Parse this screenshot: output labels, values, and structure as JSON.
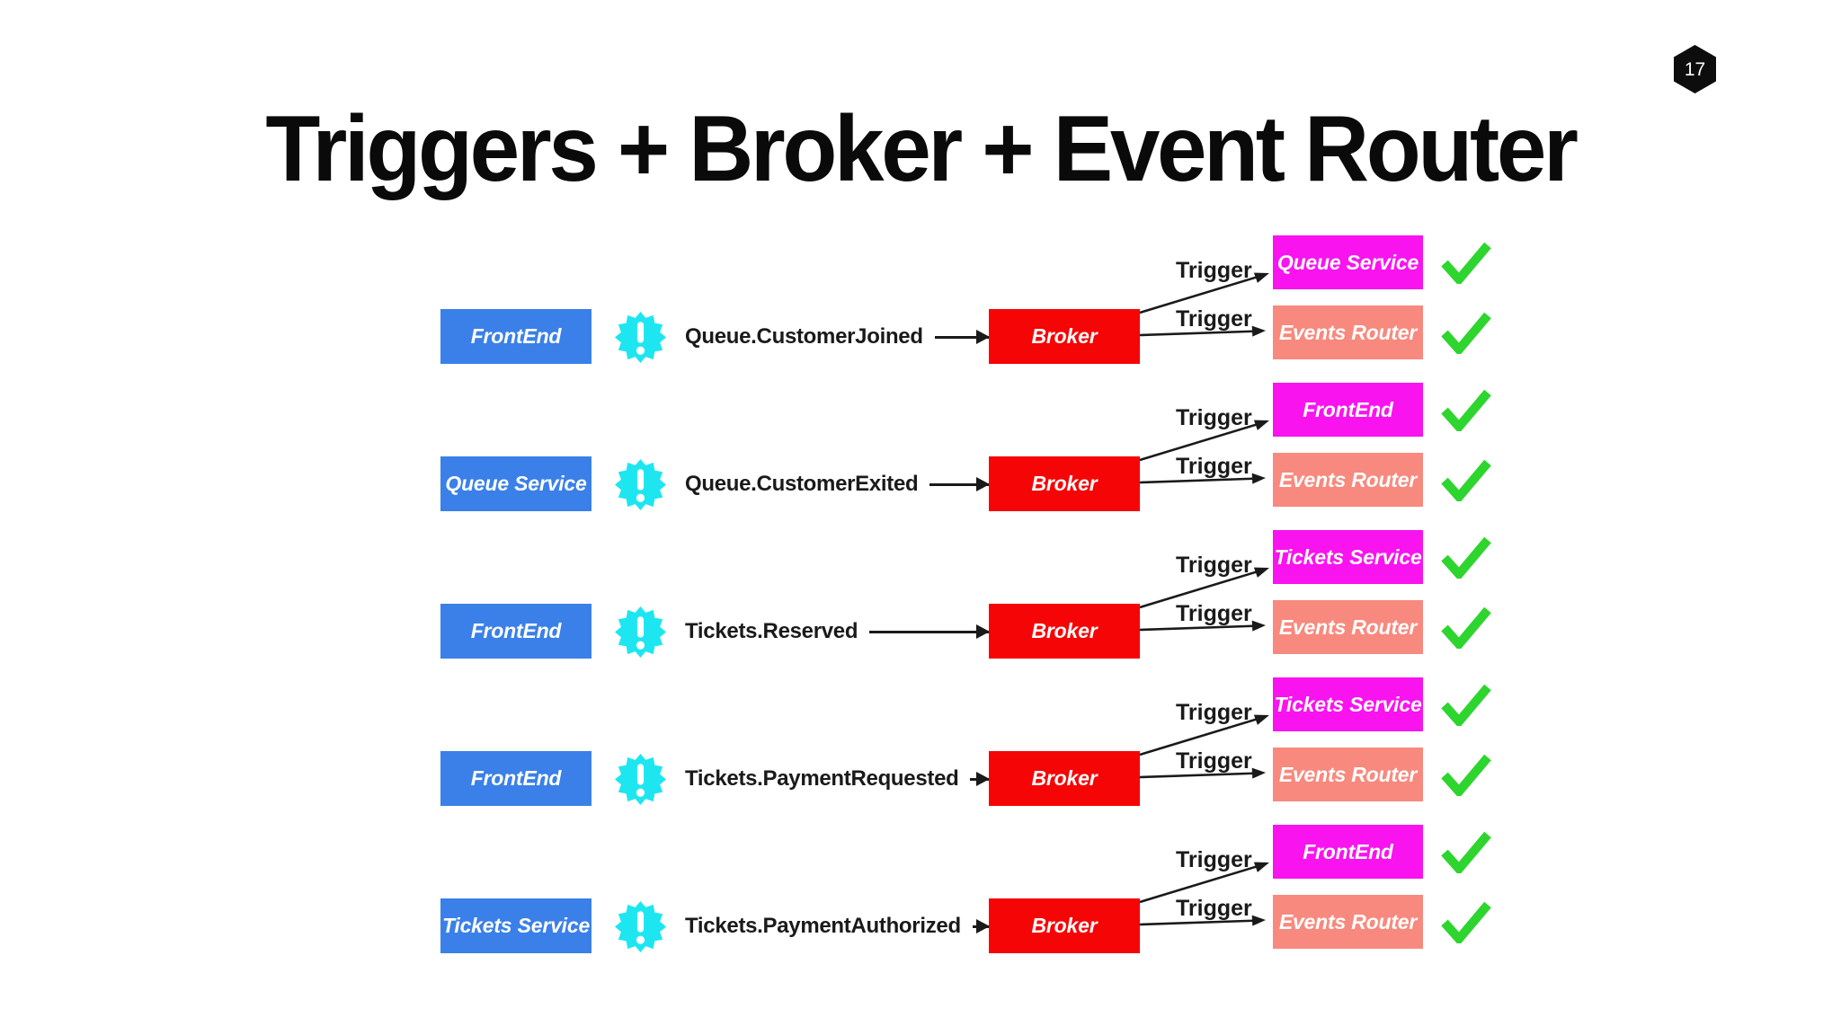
{
  "slide": {
    "page_number": "17",
    "title": "Triggers + Broker + Event Router",
    "background": "#ffffff"
  },
  "labels": {
    "broker": "Broker",
    "trigger": "Trigger"
  },
  "colors": {
    "blue": "#3a80e8",
    "cyan": "#1ee6f0",
    "red": "#f50505",
    "magenta": "#f913ef",
    "salmon": "#f8897e",
    "green": "#2ed52e",
    "ink": "#1a1a1a"
  },
  "icons": {
    "alert_burst": "! (white exclamation in cyan seal/starburst)",
    "success_check": "✓ (green checkmark)",
    "page_badge": "black hexagon"
  },
  "rows": [
    {
      "source": "FrontEnd",
      "event": "Queue.CustomerJoined",
      "targets": [
        {
          "label": "Queue Service"
        },
        {
          "label": "Events Router"
        }
      ]
    },
    {
      "source": "Queue Service",
      "event": "Queue.CustomerExited",
      "targets": [
        {
          "label": "FrontEnd"
        },
        {
          "label": "Events Router"
        }
      ]
    },
    {
      "source": "FrontEnd",
      "event": "Tickets.Reserved",
      "targets": [
        {
          "label": "Tickets Service"
        },
        {
          "label": "Events Router"
        }
      ]
    },
    {
      "source": "FrontEnd",
      "event": "Tickets.PaymentRequested",
      "targets": [
        {
          "label": "Tickets Service"
        },
        {
          "label": "Events Router"
        }
      ]
    },
    {
      "source": "Tickets Service",
      "event": "Tickets.PaymentAuthorized",
      "targets": [
        {
          "label": "FrontEnd"
        },
        {
          "label": "Events Router"
        }
      ]
    }
  ]
}
